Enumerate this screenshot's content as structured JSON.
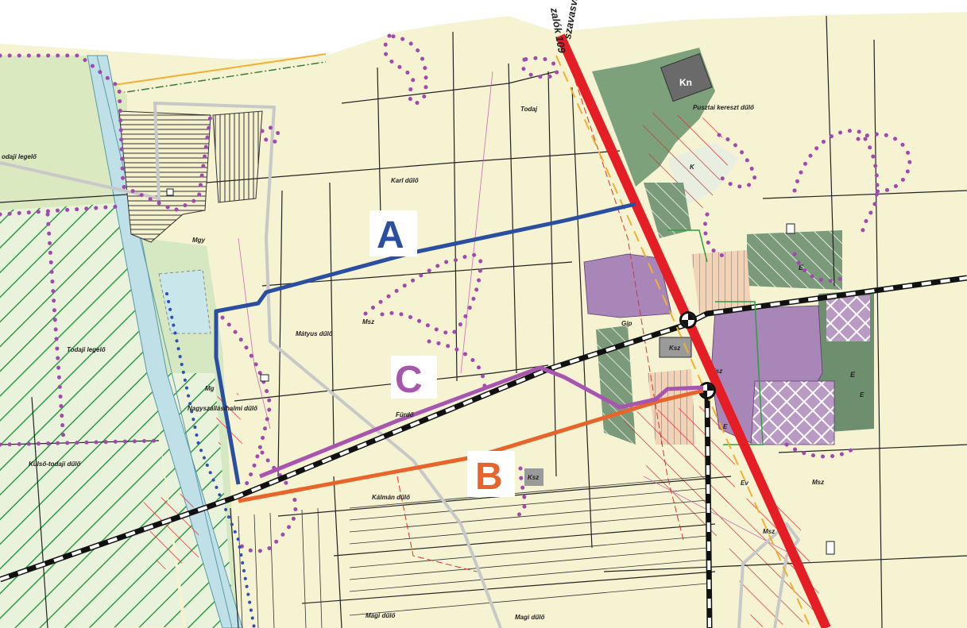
{
  "labels": {
    "railway_line_1": "szavasvári",
    "railway_line_2": "zalók 109",
    "kn": "Kn",
    "pusztai": "Pusztai kereszt dűlő",
    "todaj": "Todaj",
    "karl": "Karl dűlő",
    "todaji_legelo_top": "odaji legelő",
    "todaji_legelo": "Todaji legelő",
    "matyus": "Mátyus dűlő",
    "msz": "Msz",
    "mgy1": "Mgy",
    "mgy2": "Mg",
    "nagyszallas": "Nagyszállásihalmi dűlő",
    "furdo": "Fürdő",
    "kulso": "Külső-todaji dűlő",
    "kalman": "Kálmán dűlő",
    "magi1": "Magi dűlő",
    "magi2": "Magi dűlő",
    "ksz1": "Ksz",
    "ksz2": "Ksz",
    "ksz3": "Ksz",
    "gip": "Gip",
    "e1": "E",
    "e2": "E",
    "e3": "E",
    "e4": "E",
    "msz2": "Msz",
    "msz3": "Msz",
    "ev": "Ev",
    "k": "K"
  },
  "routes": [
    {
      "id": "A",
      "label": "A",
      "color": "#2a4ea0"
    },
    {
      "id": "B",
      "label": "B",
      "color": "#e8642a"
    },
    {
      "id": "C",
      "label": "C",
      "color": "#a855b0"
    }
  ]
}
